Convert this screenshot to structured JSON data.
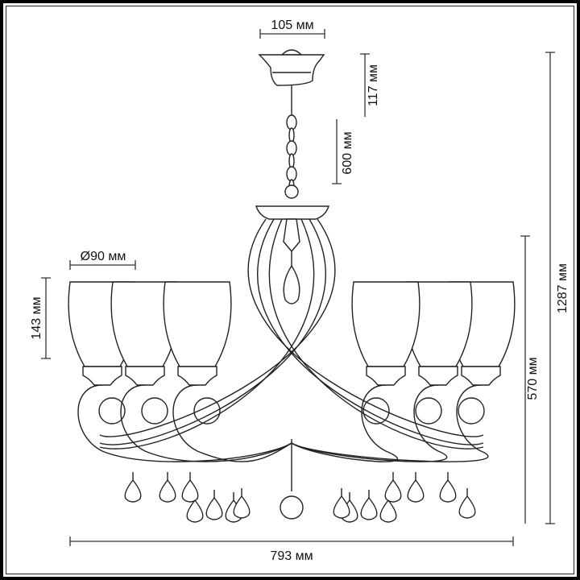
{
  "dimensions": {
    "canopy_width": "105 мм",
    "canopy_height": "117 мм",
    "chain_length": "600 мм",
    "total_height": "1287 мм",
    "body_height": "570 мм",
    "shade_height": "143 мм",
    "shade_diameter": "Ø90 мм",
    "total_width": "793 мм"
  }
}
